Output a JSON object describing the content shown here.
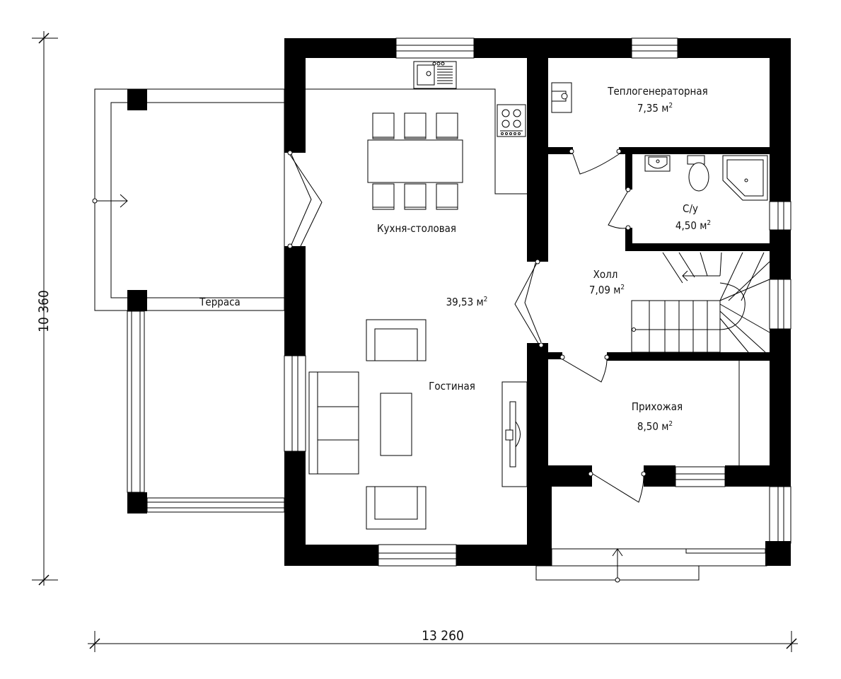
{
  "dimensions": {
    "width_label": "13 260",
    "height_label": "10 360"
  },
  "rooms": {
    "boiler": {
      "name": "Теплогенераторная",
      "area": "7,35 м",
      "sup": "2"
    },
    "wc": {
      "name": "С/у",
      "area": "4,50 м",
      "sup": "2"
    },
    "kitchen": {
      "name": "Кухня-столовая"
    },
    "living_area": {
      "area": "39,53 м",
      "sup": "2"
    },
    "hall": {
      "name": "Холл",
      "area": "7,09 м",
      "sup": "2"
    },
    "terrace": {
      "name": "Терраса"
    },
    "living": {
      "name": "Гостиная"
    },
    "entry": {
      "name": "Прихожая",
      "area": "8,50 м",
      "sup": "2"
    }
  }
}
